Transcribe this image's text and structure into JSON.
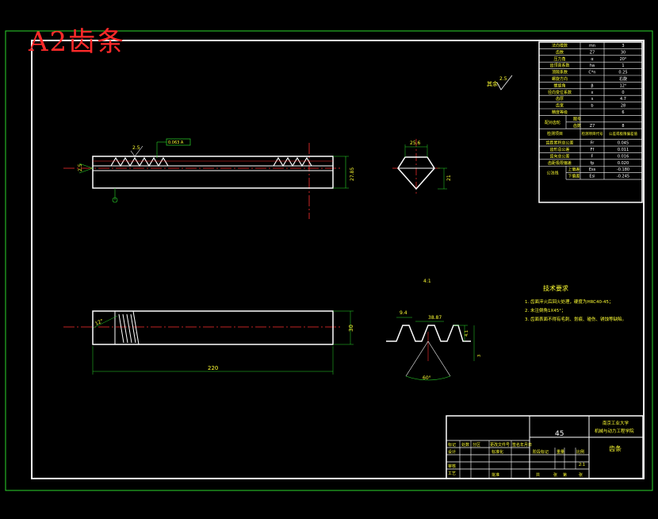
{
  "stamp": "A2齿条",
  "roughness_label": "其余",
  "roughness_value": "2.5",
  "scale_note": "4:1",
  "params": [
    {
      "name": "法向模数",
      "sym": "mn",
      "val": "3"
    },
    {
      "name": "齿数",
      "sym": "Z7",
      "val": "30"
    },
    {
      "name": "压力角",
      "sym": "α",
      "val": "20°"
    },
    {
      "name": "齿顶高系数",
      "sym": "ha",
      "val": "1"
    },
    {
      "name": "顶隙系数",
      "sym": "C*n",
      "val": "0.25"
    },
    {
      "name": "螺旋方向",
      "sym": "",
      "val": "右旋"
    },
    {
      "name": "螺旋角",
      "sym": "β",
      "val": "12°"
    },
    {
      "name": "径向变位系数",
      "sym": "x",
      "val": "0"
    },
    {
      "name": "齿厚",
      "sym": "s",
      "val": "4.7"
    },
    {
      "name": "齿宽",
      "sym": "b",
      "val": "28"
    },
    {
      "name": "精度等级",
      "sym": "",
      "val": "6"
    }
  ],
  "mating_label": "配对齿轮",
  "mating_rows": [
    {
      "name": "图号",
      "sym": "",
      "val": ""
    },
    {
      "name": "齿数",
      "sym": "Z7",
      "val": "8"
    }
  ],
  "inspect_header": {
    "name": "检测项目",
    "col2": "检测项目代号",
    "col3": "公差或极限偏差值"
  },
  "inspect": [
    {
      "name": "齿距累积总公差",
      "sym": "Fr",
      "val": "0.045"
    },
    {
      "name": "齿形总公差",
      "sym": "Ff",
      "val": "0.011"
    },
    {
      "name": "齿向总公差",
      "sym": "F",
      "val": "0.016"
    },
    {
      "name": "齿距极限偏差",
      "sym": "fp",
      "val": "0.020"
    }
  ],
  "deviation_label": "公法线",
  "deviation_rows": [
    {
      "name": "上偏差",
      "sym": "Ess",
      "val": "-0.180"
    },
    {
      "name": "下偏差",
      "sym": "Esi",
      "val": "-0.245"
    }
  ],
  "tech_title": "技术要求",
  "tech_items": [
    "1. 齿面淬火后回火处理，硬度为HRC40-45；",
    "2. 未注倒角1X45°；",
    "3. 齿面表面不得有毛刺、划痕、碰伤、锈蚀等缺陷。"
  ],
  "dims": {
    "length": "220",
    "height": "30",
    "depth": "27.85",
    "top": "25.6",
    "side": "21",
    "pitch": "9.4",
    "tooth": "38.87",
    "t1": "4.1",
    "t2": "3",
    "angle": "60°",
    "helix": "12°",
    "rough1": "2.5",
    "gt": "0.063 A",
    "left": "2.5"
  },
  "title_block": {
    "material": "45",
    "school": "南京工业大学",
    "dept": "机械与动力工程学院",
    "part_name": "齿条",
    "scale": "2:1",
    "signed": "标准化",
    "h1": "标记",
    "h2": "处数",
    "h3": "分区",
    "h4": "更改文件号",
    "h5": "签名",
    "h6": "年月日",
    "r1": "设计",
    "r2": "审核",
    "r3": "工艺",
    "r4": "批准",
    "stage": "阶段标记",
    "weight": "重量",
    "ratio": "比例",
    "sheet1": "共",
    "sheet2": "张",
    "sheet3": "第",
    "sheet4": "张"
  }
}
